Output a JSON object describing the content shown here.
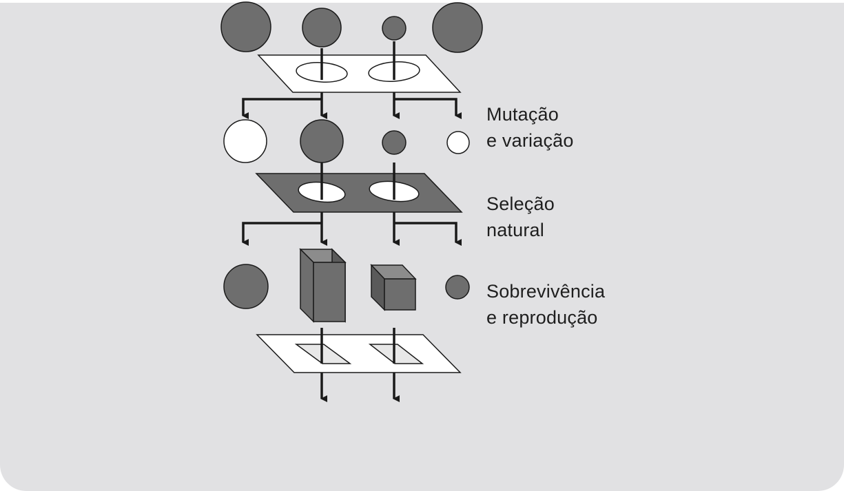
{
  "diagram": {
    "labels": {
      "mutation_line1": "Mutação",
      "mutation_line2": "e variação",
      "selection_line1": "Seleção",
      "selection_line2": "natural",
      "survival_line1": "Sobrevivência",
      "survival_line2": "e reprodução"
    },
    "colors": {
      "background": "#e1e1e3",
      "shape_fill": "#6e6e6e",
      "filter_dark": "#6e6e6e",
      "filter_light": "#ffffff",
      "stroke": "#1a1a1a"
    }
  }
}
